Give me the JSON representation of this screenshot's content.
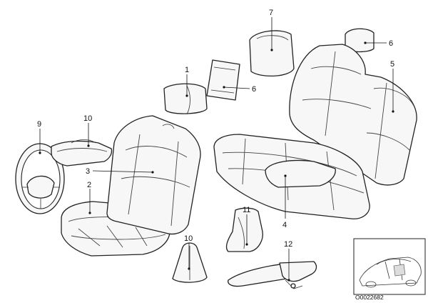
{
  "callouts": {
    "c1": "1",
    "c2": "2",
    "c3": "3",
    "c4": "4",
    "c5": "5",
    "c6a": "6",
    "c6b": "6",
    "c7": "7",
    "c9": "9",
    "c10a": "10",
    "c10b": "10",
    "c11": "11",
    "c12": "12"
  },
  "inset": {
    "code": "O0022682"
  }
}
